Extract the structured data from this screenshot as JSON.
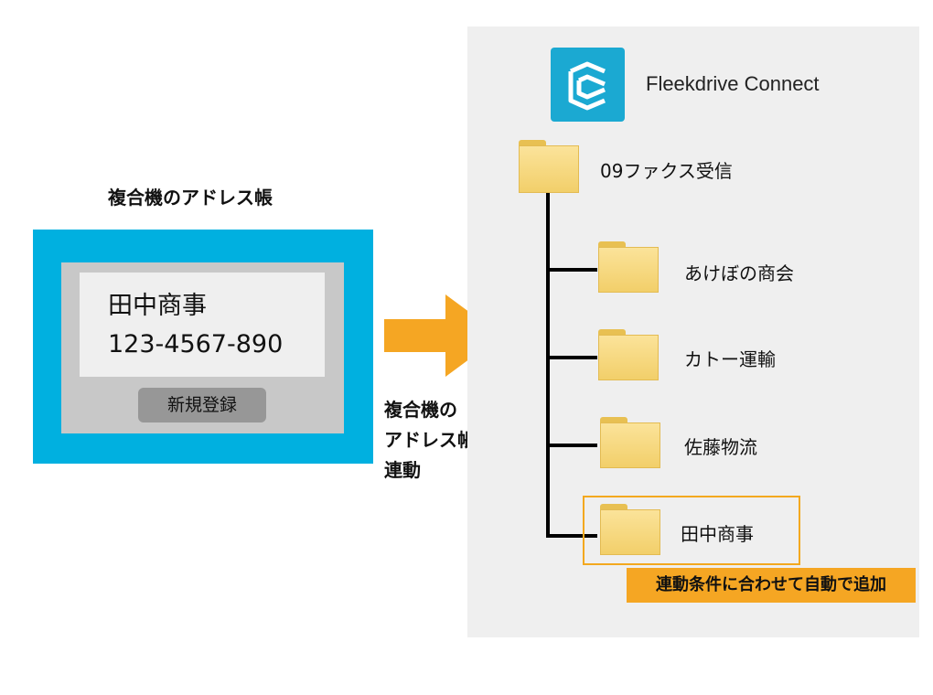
{
  "address_book": {
    "title": "複合機のアドレス帳",
    "entry_name": "田中商事",
    "entry_phone": "123-4567-890",
    "register_button": "新規登録"
  },
  "sync": {
    "label_line1": "複合機の",
    "label_line2": "アドレス帳と",
    "label_line3": "連動"
  },
  "fleekdrive": {
    "brand": "Fleekdrive Connect",
    "root_folder": "09ファクス受信",
    "subfolders": [
      "あけぼの商会",
      "カトー運輸",
      "佐藤物流",
      "田中商事"
    ],
    "auto_add_note": "連動条件に合わせて自動で追加"
  },
  "colors": {
    "mfp_frame": "#00b0e0",
    "arrow": "#f5a623",
    "highlight": "#f3a81f",
    "logo": "#1ba9d2",
    "folder": "#f7d97f"
  },
  "icons": [
    "fleekdrive-logo-icon",
    "folder-icon",
    "right-arrow-icon"
  ]
}
